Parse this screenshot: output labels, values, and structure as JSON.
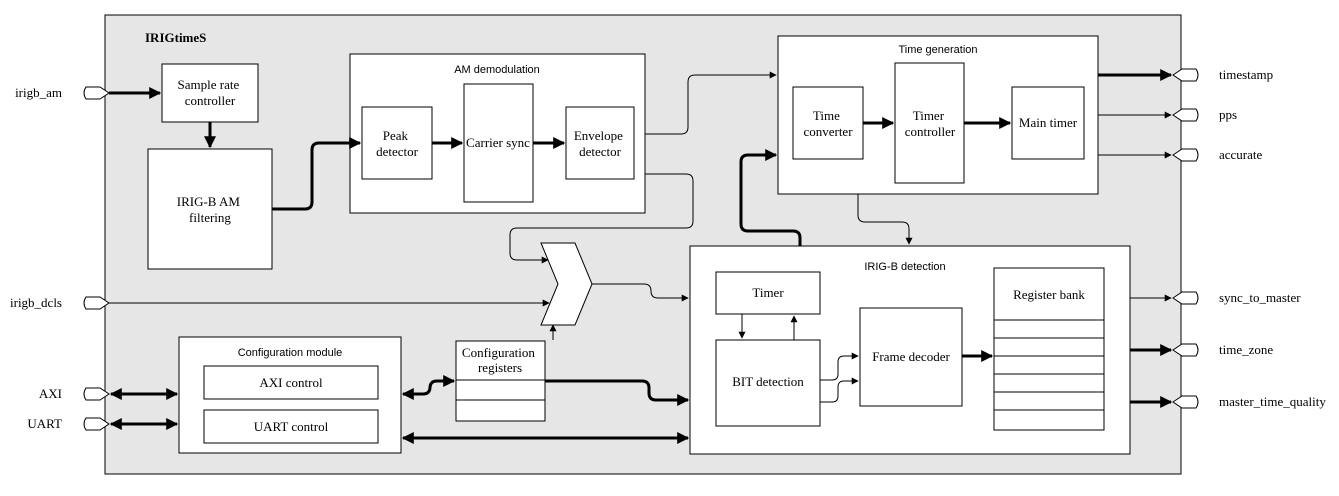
{
  "system": {
    "title": "IRIGtimeS"
  },
  "ports": {
    "inputs": {
      "irigb_am": "irigb_am",
      "irigb_dcls": "irigb_dcls",
      "axi": "AXI",
      "uart": "UART"
    },
    "outputs": {
      "timestamp": "timestamp",
      "pps": "pps",
      "accurate": "accurate",
      "sync_to_master": "sync_to_master",
      "time_zone": "time_zone",
      "master_time_quality": "master_time_quality"
    }
  },
  "blocks": {
    "sample_rate_controller": [
      "Sample rate",
      "controller"
    ],
    "irigb_am_filtering": [
      "IRIG-B AM",
      "filtering"
    ],
    "am_demodulation": {
      "title": "AM demodulation",
      "peak_detector": [
        "Peak",
        "detector"
      ],
      "carrier_sync": "Carrier sync",
      "envelope_detector": [
        "Envelope",
        "detector"
      ]
    },
    "time_generation": {
      "title": "Time generation",
      "time_converter": [
        "Time",
        "converter"
      ],
      "timer_controller": [
        "Timer",
        "controller"
      ],
      "main_timer": "Main timer"
    },
    "configuration_module": {
      "title": "Configuration module",
      "axi_control": "AXI control",
      "uart_control": "UART control"
    },
    "configuration_registers": [
      "Configuration",
      "registers"
    ],
    "irigb_detection": {
      "title": "IRIG-B detection",
      "timer": "Timer",
      "bit_detection": "BIT detection",
      "frame_decoder": "Frame decoder",
      "register_bank": "Register bank"
    }
  },
  "colors": {
    "system_fill": "#e6e6e6",
    "block_fill": "#ffffff",
    "stroke": "#000000"
  }
}
